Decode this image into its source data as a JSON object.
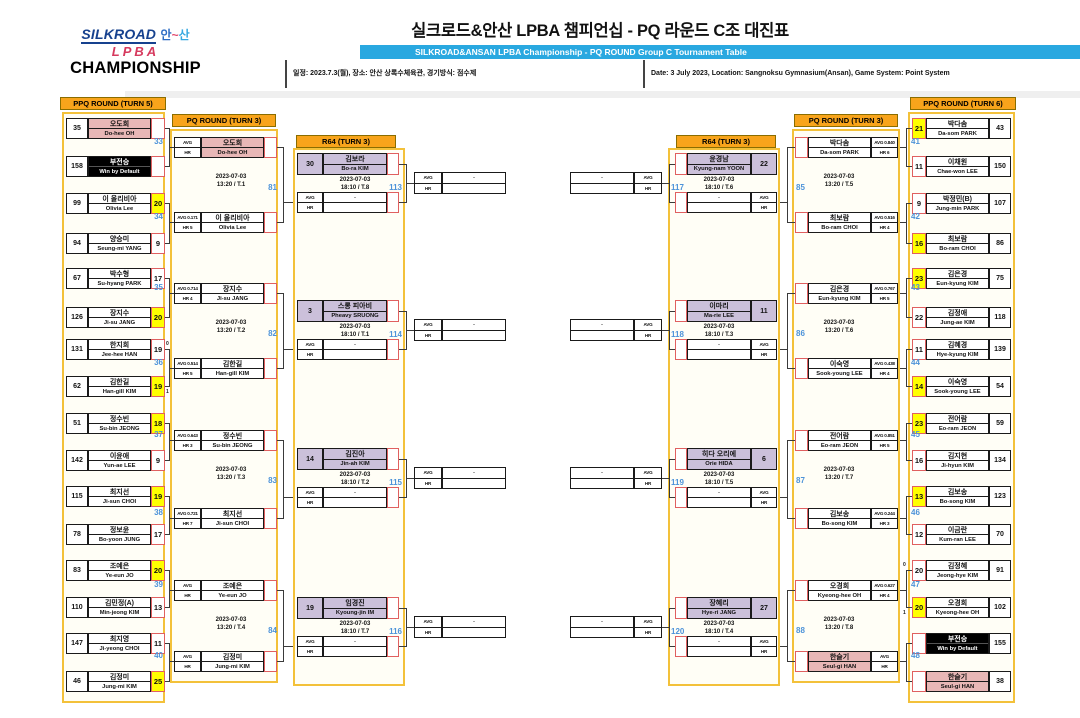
{
  "header": {
    "logo": {
      "silkroad": "SILKROAD",
      "ansan": [
        "안",
        "~",
        "산"
      ],
      "lpba": "LPBA",
      "championship": "CHAMPIONSHIP"
    },
    "title_ko": "실크로드&안산 LPBA 챔피언십 - PQ 라운드 C조 대진표",
    "title_en": "SILKROAD&ANSAN LPBA Championship - PQ ROUND Group C Tournament Table",
    "schedule_ko": "일정: 2023.7.3(월), 장소: 안산 상록수체육관, 경기방식: 점수제",
    "schedule_en": "Date: 3 July 2023, Location: Sangnoksu Gymnasium(Ansan), Game System: Point System"
  },
  "colors": {
    "accent_orange": "#F8A41B",
    "accent_blue": "#29A8E0",
    "winner_yellow": "#FFFF00",
    "bye_pink": "#E8B7B6",
    "seed_purple": "#CBC0DA",
    "bye_black": "#000000",
    "match_number_blue": "#4D93D9"
  },
  "tbd": {
    "avg": "AVG",
    "hr": "HR",
    "dash": "-"
  },
  "ppq_left": {
    "title": "PPQ ROUND (TURN 5)",
    "match_numbers": [
      "33",
      "34",
      "35",
      "36",
      "37",
      "38",
      "39",
      "40"
    ],
    "entries": [
      {
        "seed": "35",
        "ko": "오도희",
        "en": "Do-hee OH",
        "score": "",
        "type": "pink"
      },
      {
        "seed": "158",
        "ko": "부전승",
        "en": "Win by Default",
        "score": "",
        "type": "black"
      },
      {
        "seed": "99",
        "ko": "이 올리비아",
        "en": "Olivia Lee",
        "score": "20",
        "type": "win"
      },
      {
        "seed": "94",
        "ko": "양승미",
        "en": "Seung-mi YANG",
        "score": "9"
      },
      {
        "seed": "67",
        "ko": "박수형",
        "en": "Su-hyang PARK",
        "score": "17"
      },
      {
        "seed": "126",
        "ko": "장지수",
        "en": "Ji-su JANG",
        "score": "20",
        "type": "win"
      },
      {
        "seed": "131",
        "ko": "한지희",
        "en": "Jee-hee HAN",
        "score": "19",
        "tb": "0"
      },
      {
        "seed": "62",
        "ko": "김한길",
        "en": "Han-gill KIM",
        "score": "19",
        "type": "win",
        "tb": "1"
      },
      {
        "seed": "51",
        "ko": "정수빈",
        "en": "Su-bin JEONG",
        "score": "18",
        "type": "win"
      },
      {
        "seed": "142",
        "ko": "이윤애",
        "en": "Yun-ae LEE",
        "score": "9"
      },
      {
        "seed": "115",
        "ko": "최지선",
        "en": "Ji-sun CHOI",
        "score": "19",
        "type": "win"
      },
      {
        "seed": "78",
        "ko": "정보윤",
        "en": "Bo-yoon JUNG",
        "score": "17"
      },
      {
        "seed": "83",
        "ko": "조예은",
        "en": "Ye-eun JO",
        "score": "20",
        "type": "win"
      },
      {
        "seed": "110",
        "ko": "김민정(A)",
        "en": "Min-jeong KIM",
        "score": "13"
      },
      {
        "seed": "147",
        "ko": "최지영",
        "en": "Ji-yeong CHOI",
        "score": "11"
      },
      {
        "seed": "46",
        "ko": "김정미",
        "en": "Jung-mi KIM",
        "score": "25",
        "type": "win"
      }
    ]
  },
  "pq_left": {
    "title": "PQ ROUND (TURN 3)",
    "matches": [
      {
        "number": "81",
        "date": "2023-07-03",
        "time": "13:20 / T.1",
        "top": {
          "ko": "오도희",
          "en": "Do-hee OH",
          "avg": "AVG",
          "hr": "HR",
          "type": "pink"
        },
        "bottom": {
          "ko": "이 올리비아",
          "en": "Olivia Lee",
          "avg": "AVG 0.171",
          "hr": "HR 5"
        }
      },
      {
        "number": "82",
        "date": "2023-07-03",
        "time": "13:20 / T.2",
        "top": {
          "ko": "장지수",
          "en": "Ji-su JANG",
          "avg": "AVG 0.714",
          "hr": "HR 4"
        },
        "bottom": {
          "ko": "김한길",
          "en": "Han-gill KIM",
          "avg": "AVG 0.514",
          "hr": "HR 5"
        }
      },
      {
        "number": "83",
        "date": "2023-07-03",
        "time": "13:20 / T.3",
        "top": {
          "ko": "정수빈",
          "en": "Su-bin JEONG",
          "avg": "AVG 0.643",
          "hr": "HR 3"
        },
        "bottom": {
          "ko": "최지선",
          "en": "Ji-sun CHOI",
          "avg": "AVG 0.721",
          "hr": "HR 7"
        }
      },
      {
        "number": "84",
        "date": "2023-07-03",
        "time": "13:20 / T.4",
        "top": {
          "ko": "조예은",
          "en": "Ye-eun JO",
          "avg": "AVG",
          "hr": "HR"
        },
        "bottom": {
          "ko": "김정미",
          "en": "Jung-mi KIM",
          "avg": "AVG",
          "hr": "HR"
        }
      }
    ]
  },
  "r64_left": {
    "title": "R64 (TURN 3)",
    "matches": [
      {
        "number": "113",
        "seed": "30",
        "ko": "김보라",
        "en": "Bo-ra KIM",
        "date": "2023-07-03",
        "time": "18:10 / T.8"
      },
      {
        "number": "114",
        "seed": "3",
        "ko": "스롱 피아비",
        "en": "Pheavy SRUONG",
        "date": "2023-07-03",
        "time": "18:10 / T.1"
      },
      {
        "number": "115",
        "seed": "14",
        "ko": "김진아",
        "en": "Jin-ah KIM",
        "date": "2023-07-03",
        "time": "18:10 / T.2"
      },
      {
        "number": "116",
        "seed": "19",
        "ko": "임경진",
        "en": "Kyoung-jin IM",
        "date": "2023-07-03",
        "time": "18:10 / T.7"
      }
    ]
  },
  "r64_right": {
    "title": "R64 (TURN 3)",
    "matches": [
      {
        "number": "117",
        "seed": "22",
        "ko": "윤경남",
        "en": "Kyung-nam YOON",
        "date": "2023-07-03",
        "time": "18:10 / T.6"
      },
      {
        "number": "118",
        "seed": "11",
        "ko": "이마리",
        "en": "Ma-rie LEE",
        "date": "2023-07-03",
        "time": "18:10 / T.3"
      },
      {
        "number": "119",
        "seed": "6",
        "ko": "히다 오리에",
        "en": "Orie HIDA",
        "date": "2023-07-03",
        "time": "18:10 / T.5"
      },
      {
        "number": "120",
        "seed": "27",
        "ko": "장혜리",
        "en": "Hye-ri JANG",
        "date": "2023-07-03",
        "time": "18:10 / T.4"
      }
    ]
  },
  "pq_right": {
    "title": "PQ ROUND (TURN 3)",
    "matches": [
      {
        "number": "85",
        "date": "2023-07-03",
        "time": "13:20 / T.5",
        "top": {
          "ko": "박다솜",
          "en": "Da-som PARK",
          "avg": "AVG 0.840",
          "hr": "HR 6"
        },
        "bottom": {
          "ko": "최보람",
          "en": "Bo-ram CHOI",
          "avg": "AVG 0.516",
          "hr": "HR 4"
        }
      },
      {
        "number": "86",
        "date": "2023-07-03",
        "time": "13:20 / T.6",
        "top": {
          "ko": "김은경",
          "en": "Eun-kyung KIM",
          "avg": "AVG 0.767",
          "hr": "HR 5"
        },
        "bottom": {
          "ko": "이숙영",
          "en": "Sook-young LEE",
          "avg": "AVG 0.438",
          "hr": "HR 4"
        }
      },
      {
        "number": "87",
        "date": "2023-07-03",
        "time": "13:20 / T.7",
        "top": {
          "ko": "전어람",
          "en": "Eo-ram JEON",
          "avg": "AVG 0.851",
          "hr": "HR 5"
        },
        "bottom": {
          "ko": "김보송",
          "en": "Bo-song KIM",
          "avg": "AVG 0.244",
          "hr": "HR 3"
        }
      },
      {
        "number": "88",
        "date": "2023-07-03",
        "time": "13:20 / T.8",
        "top": {
          "ko": "오경희",
          "en": "Kyeong-hee OH",
          "avg": "AVG 0.627",
          "hr": "HR 4"
        },
        "bottom": {
          "ko": "한슬기",
          "en": "Seul-gi HAN",
          "avg": "AVG",
          "hr": "HR",
          "type": "pink"
        }
      }
    ]
  },
  "ppq_right": {
    "title": "PPQ ROUND (TURN 6)",
    "match_numbers": [
      "41",
      "42",
      "43",
      "44",
      "45",
      "46",
      "47",
      "48"
    ],
    "entries": [
      {
        "seed": "43",
        "ko": "박다솜",
        "en": "Da-som PARK",
        "score": "21",
        "type": "win"
      },
      {
        "seed": "150",
        "ko": "이채원",
        "en": "Chae-won LEE",
        "score": "11"
      },
      {
        "seed": "107",
        "ko": "박정민(B)",
        "en": "Jung-min PARK",
        "score": "9"
      },
      {
        "seed": "86",
        "ko": "최보람",
        "en": "Bo-ram CHOI",
        "score": "16",
        "type": "win"
      },
      {
        "seed": "75",
        "ko": "김은경",
        "en": "Eun-kyung KIM",
        "score": "23",
        "type": "win"
      },
      {
        "seed": "118",
        "ko": "김정애",
        "en": "Jung-ae KIM",
        "score": "22"
      },
      {
        "seed": "139",
        "ko": "김혜경",
        "en": "Hye-kyung KIM",
        "score": "11"
      },
      {
        "seed": "54",
        "ko": "이숙영",
        "en": "Sook-young LEE",
        "score": "14",
        "type": "win"
      },
      {
        "seed": "59",
        "ko": "전어람",
        "en": "Eo-ram JEON",
        "score": "23",
        "type": "win"
      },
      {
        "seed": "134",
        "ko": "김지현",
        "en": "Ji-hyun KIM",
        "score": "16"
      },
      {
        "seed": "123",
        "ko": "김보송",
        "en": "Bo-song KIM",
        "score": "13",
        "type": "win"
      },
      {
        "seed": "70",
        "ko": "이금란",
        "en": "Kum-ran LEE",
        "score": "12"
      },
      {
        "seed": "91",
        "ko": "김정혜",
        "en": "Jeong-hye KIM",
        "score": "20",
        "tb": "0"
      },
      {
        "seed": "102",
        "ko": "오경희",
        "en": "Kyeong-hee OH",
        "score": "20",
        "type": "win",
        "tb": "1"
      },
      {
        "seed": "155",
        "ko": "부전승",
        "en": "Win by Default",
        "score": "",
        "type": "black"
      },
      {
        "seed": "38",
        "ko": "한슬기",
        "en": "Seul-gi HAN",
        "score": "",
        "type": "pink"
      }
    ]
  }
}
